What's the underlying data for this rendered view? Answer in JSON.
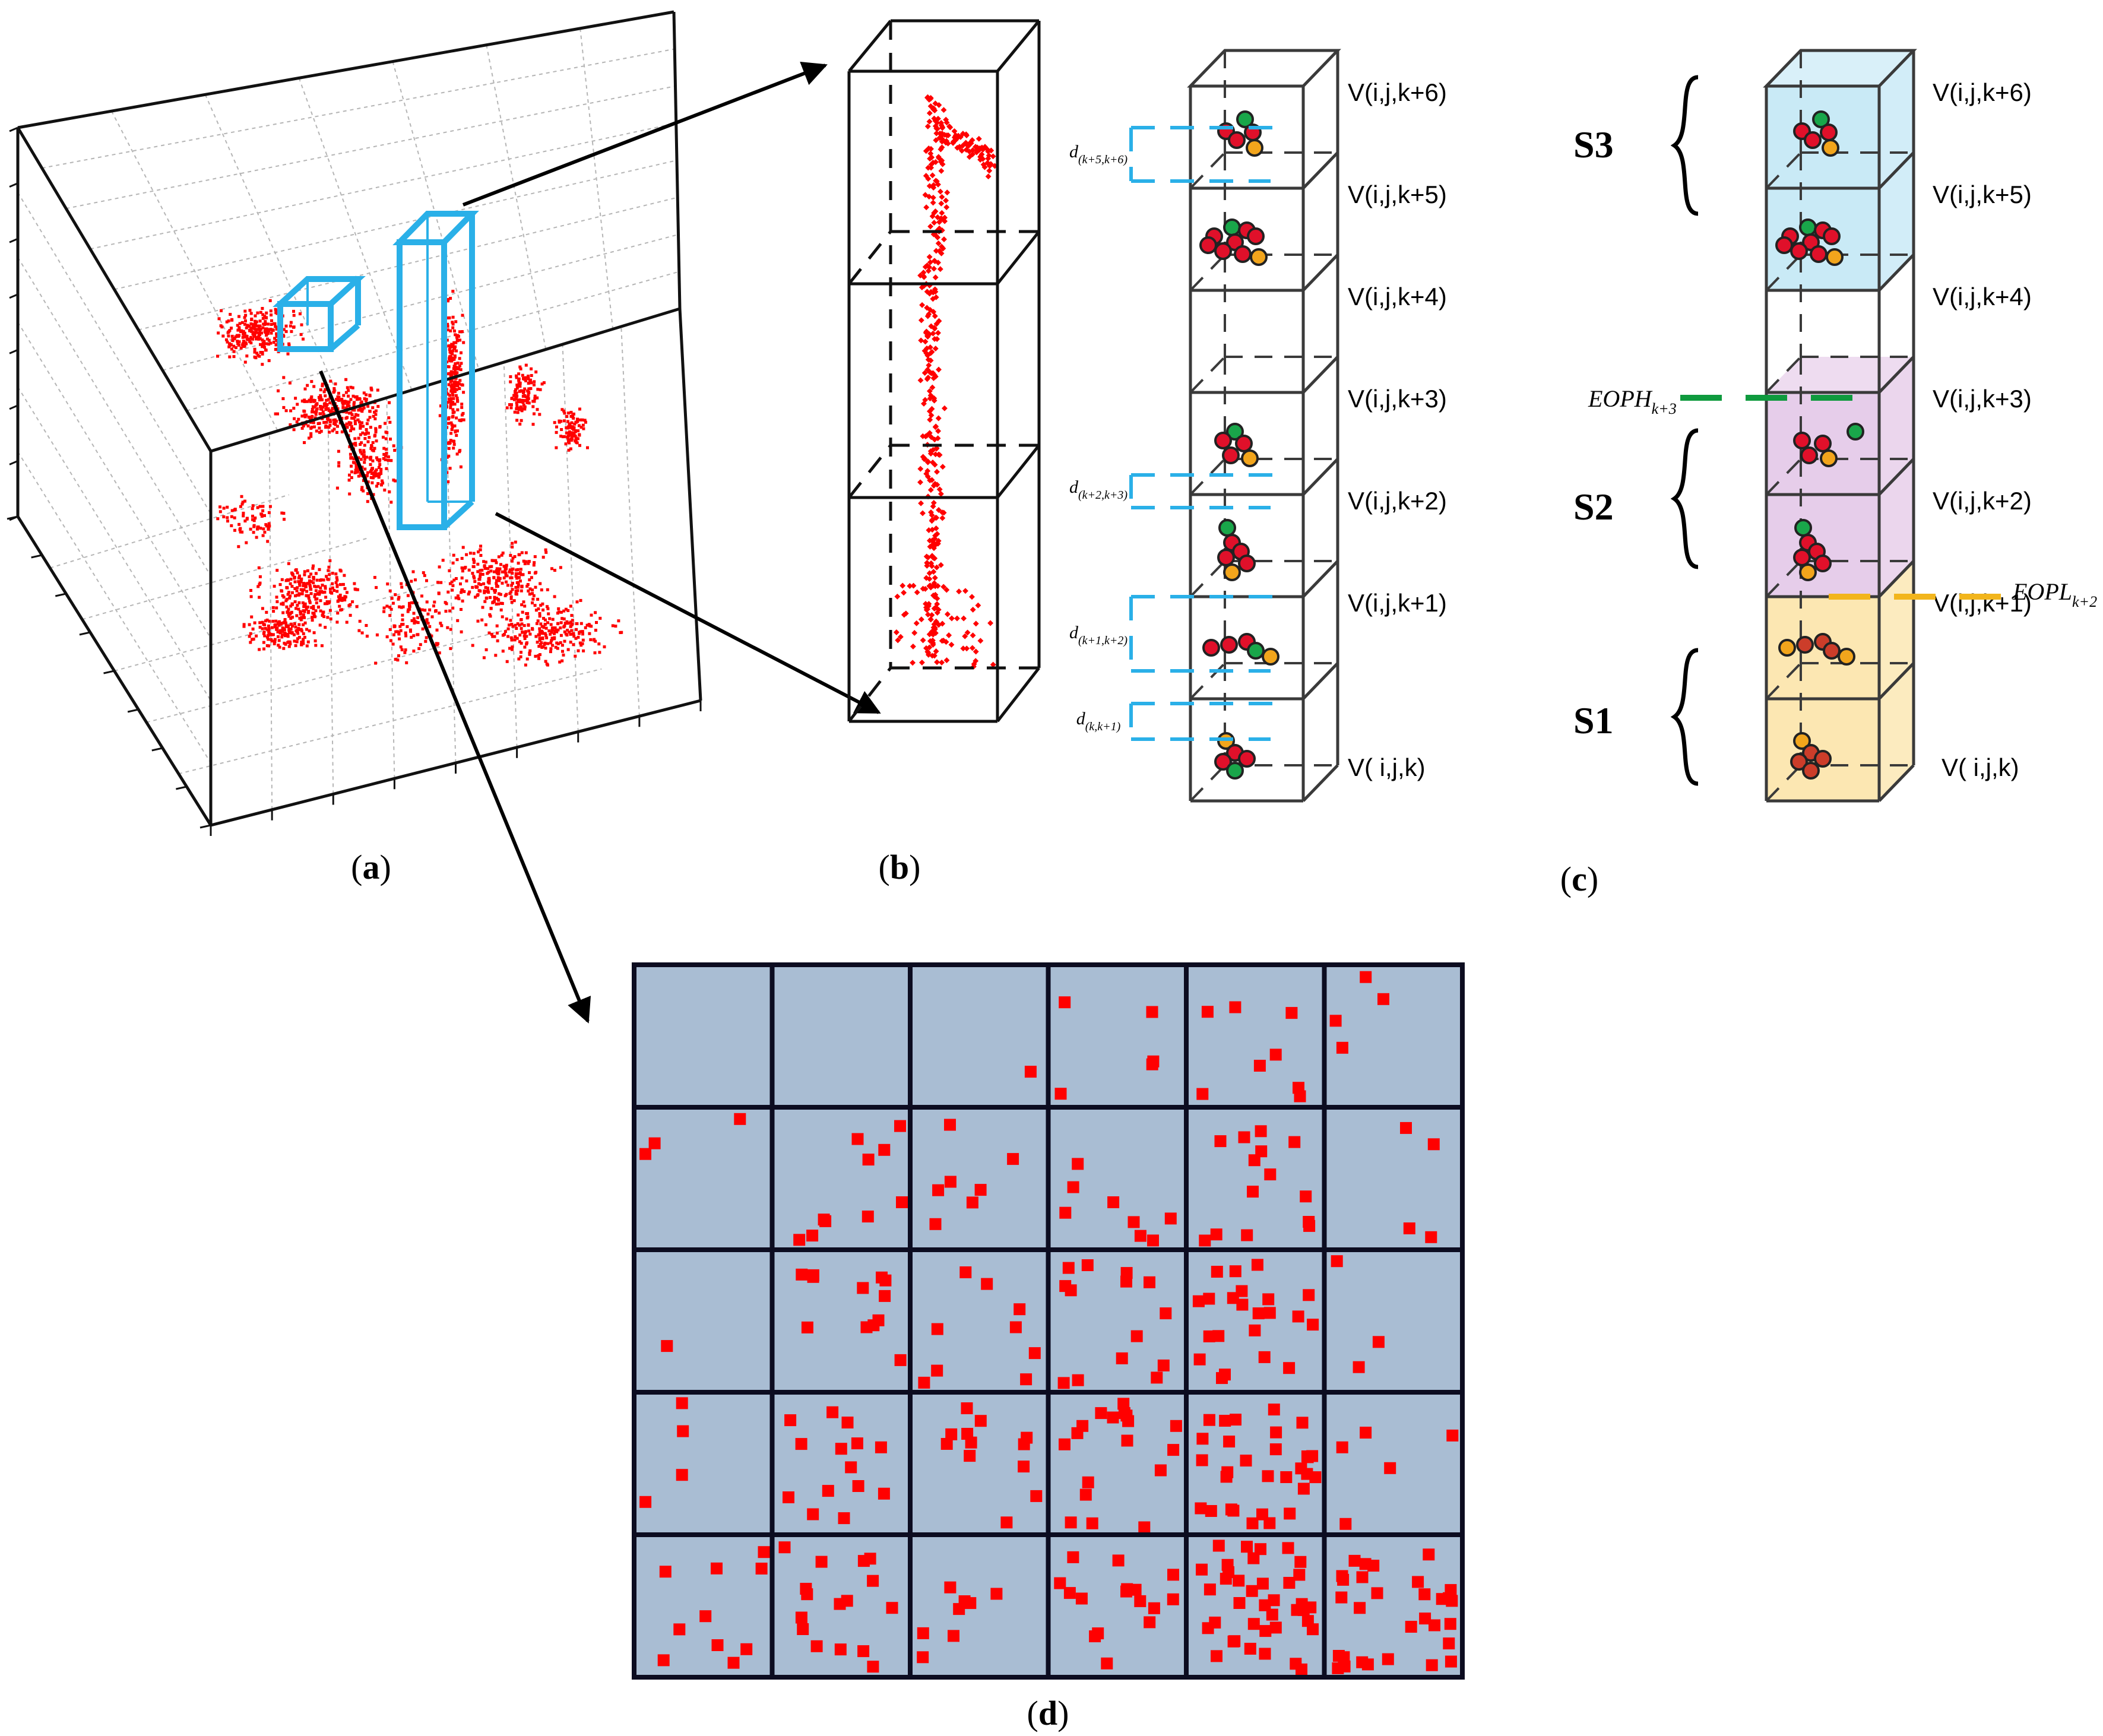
{
  "panels": {
    "a": {
      "label": "a"
    },
    "b": {
      "label": "b"
    },
    "c": {
      "label": "c"
    },
    "d": {
      "label": "d"
    }
  },
  "voxel_labels": [
    "V(i,j,k+6)",
    "V(i,j,k+5)",
    "V(i,j,k+4)",
    "V(i,j,k+3)",
    "V(i,j,k+2)",
    "V(i,j,k+1)",
    "V( i,j,k)"
  ],
  "distance_labels": [
    {
      "main": "d",
      "sub": "(k+5,k+6)"
    },
    {
      "main": "d",
      "sub": "(k+2,k+3)"
    },
    {
      "main": "d",
      "sub": "(k+1,k+2)"
    },
    {
      "main": "d",
      "sub": "(k,k+1)"
    }
  ],
  "segments": [
    {
      "label": "S3",
      "color": "#bfe6f5"
    },
    {
      "label": "S2",
      "color": "#e2c4e6"
    },
    {
      "label": "S1",
      "color": "#fbe3a4"
    }
  ],
  "eop": {
    "high": {
      "main": "EOPH",
      "sub": "k+3",
      "color": "#0f9a3e"
    },
    "low": {
      "main": "EOPL",
      "sub": "k+2",
      "color": "#f2b51c"
    }
  },
  "colors": {
    "points": "#ff0000",
    "highlight": "#2ab0e8",
    "grid_fill": "#a9bdd3",
    "point_green": "#19a64a",
    "point_orange": "#f2a51c"
  }
}
